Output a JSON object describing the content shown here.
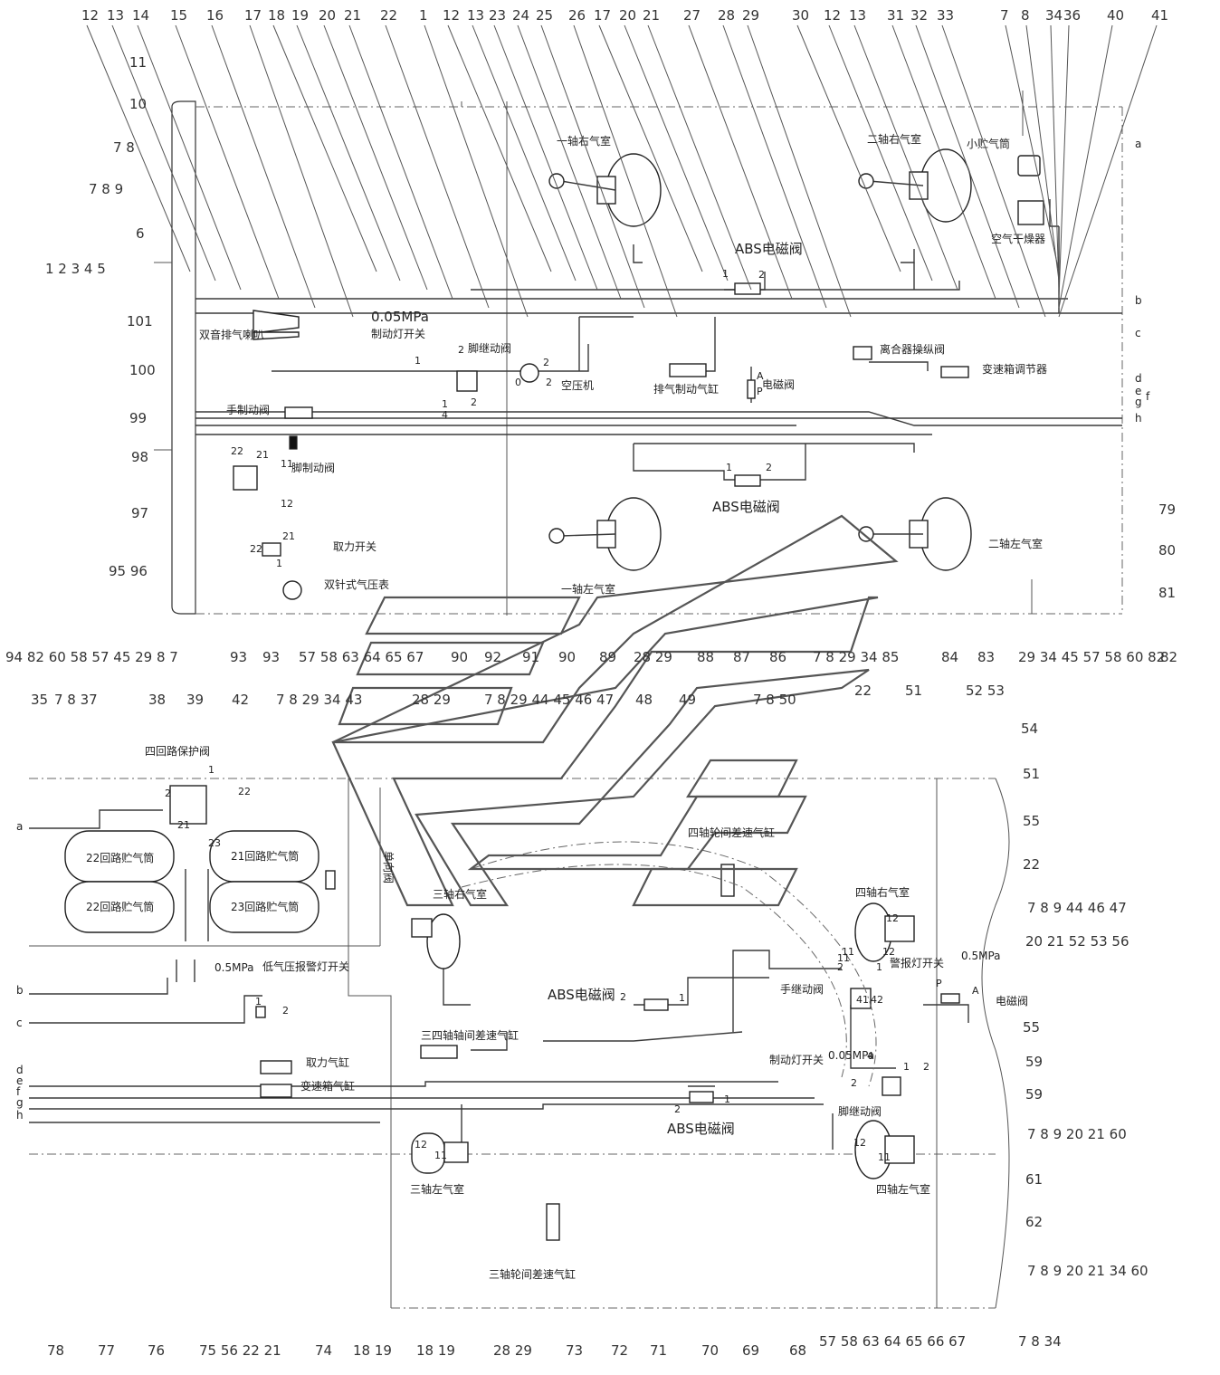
{
  "top_callouts": [
    "12",
    "13",
    "14",
    "15",
    "16",
    "17",
    "18",
    "19",
    "20",
    "21",
    "22",
    "1",
    "12",
    "13",
    "23",
    "24",
    "25",
    "26",
    "17",
    "20",
    "21",
    "27",
    "28",
    "29",
    "30",
    "12",
    "13",
    "31",
    "32",
    "33",
    "7",
    "8",
    "34",
    "36",
    "40",
    "41"
  ],
  "left_callouts": [
    "11",
    "10",
    "7 8",
    "7 8 9",
    "6",
    "1 2 3 4 5",
    "101",
    "100",
    "99",
    "98",
    "97",
    "95 96"
  ],
  "right_callouts": [
    "79",
    "80",
    "81",
    "82"
  ],
  "mid_row_callouts": [
    "94 82 60 58 57 45 29 8 7",
    "93",
    "93",
    "57 58 63 64 65 67",
    "90",
    "92",
    "91",
    "90",
    "89",
    "28 29",
    "88",
    "87",
    "86",
    "7 8 29 34 85",
    "84",
    "83",
    "29 34 45 57 58 60 82"
  ],
  "lower_top_callouts": [
    "35",
    "7 8 37",
    "38",
    "39",
    "42",
    "7 8 29 34 43",
    "28 29",
    "7 8 29 44 45 46 47",
    "48",
    "49",
    "7 8 50",
    "22",
    "51",
    "52 53"
  ],
  "lower_right_callouts": [
    "54",
    "51",
    "55",
    "22",
    "7 8 9 44 46 47",
    "20 21 52 53 56",
    "55",
    "59",
    "59",
    "7 8 9 20 21 60",
    "61",
    "62",
    "7 8 9 20 21 34 60"
  ],
  "bottom_callouts": [
    "78",
    "77",
    "76",
    "75 56 22 21",
    "74",
    "18 19",
    "18 19",
    "28 29",
    "73",
    "72",
    "71",
    "70",
    "69",
    "68",
    "57 58 63 64 65 66 67",
    "7 8 34"
  ],
  "line_letters_top": [
    "a",
    "b",
    "c",
    "d",
    "e",
    "g",
    "f",
    "h"
  ],
  "line_letters_bottom": [
    "a",
    "b",
    "c",
    "d",
    "e",
    "f",
    "g",
    "h"
  ],
  "labels": {
    "axle1_right": "一轴右气室",
    "axle2_right": "二轴右气室",
    "small_tank": "小贮气筒",
    "air_dryer": "空气干燥器",
    "abs_valve": "ABS电磁阀",
    "pressure_005": "0.05MPa",
    "brake_light_switch": "制动灯开关",
    "relay_valve": "脚继动阀",
    "horn": "双音排气喇叭",
    "compressor": "空压机",
    "exhaust_brake_cyl": "排气制动气缸",
    "solenoid": "电磁阀",
    "clutch_valve": "离合器操纵阀",
    "gearbox_regulator": "变速箱调节器",
    "hand_brake": "手制动阀",
    "foot_brake": "脚制动阀",
    "pto_switch": "取力开关",
    "dual_gauge": "双针式气压表",
    "axle1_left": "一轴左气室",
    "axle2_left": "二轴左气室",
    "four_circuit": "四回路保护阀",
    "tank22a": "22回路贮气筒",
    "tank21": "21回路贮气筒",
    "tank22b": "22回路贮气筒",
    "tank23": "23回路贮气筒",
    "check_valve": "单向阀",
    "pressure_05": "0.5MPa",
    "low_pressure_switch": "低气压报警灯开关",
    "pto_cyl": "取力气缸",
    "gearbox_cyl": "变速箱气缸",
    "axle3_right": "三轴右气室",
    "axle34_diff": "三四轴轴间差速气缸",
    "axle4_diff": "四轴轮间差速气缸",
    "axle4_right": "四轴右气室",
    "warn_switch": "警报灯开关",
    "hand_relay": "手继动阀",
    "axle3_left": "三轴左气室",
    "axle3_diff": "三轴轮间差速气缸",
    "axle4_left": "四轴左气室",
    "pressure_05b": "0.5MPa",
    "abs_valve_a": "ABS电磁阀",
    "abs_valve_b": "ABS电磁阀",
    "abs_valve_c": "ABS电磁阀",
    "brake_light_switch_b": "制动灯开关",
    "pressure_005b": "0.05MPa",
    "relay_valve_b": "脚继动阀",
    "solenoid_b": "电磁阀"
  },
  "ports": [
    "1",
    "2",
    "2",
    "1",
    "4",
    "2",
    "0",
    "2",
    "2",
    "1",
    "A",
    "P",
    "22",
    "21",
    "11",
    "12",
    "22",
    "21",
    "1",
    "1",
    "2",
    "2",
    "1",
    "21",
    "22",
    "23",
    "1",
    "2",
    "2",
    "1",
    "4",
    "2",
    "1",
    "2",
    "12",
    "11",
    "12",
    "11",
    "2",
    "1",
    "42",
    "41",
    "P",
    "A",
    "12",
    "11",
    "2",
    "1",
    "12",
    "11"
  ]
}
